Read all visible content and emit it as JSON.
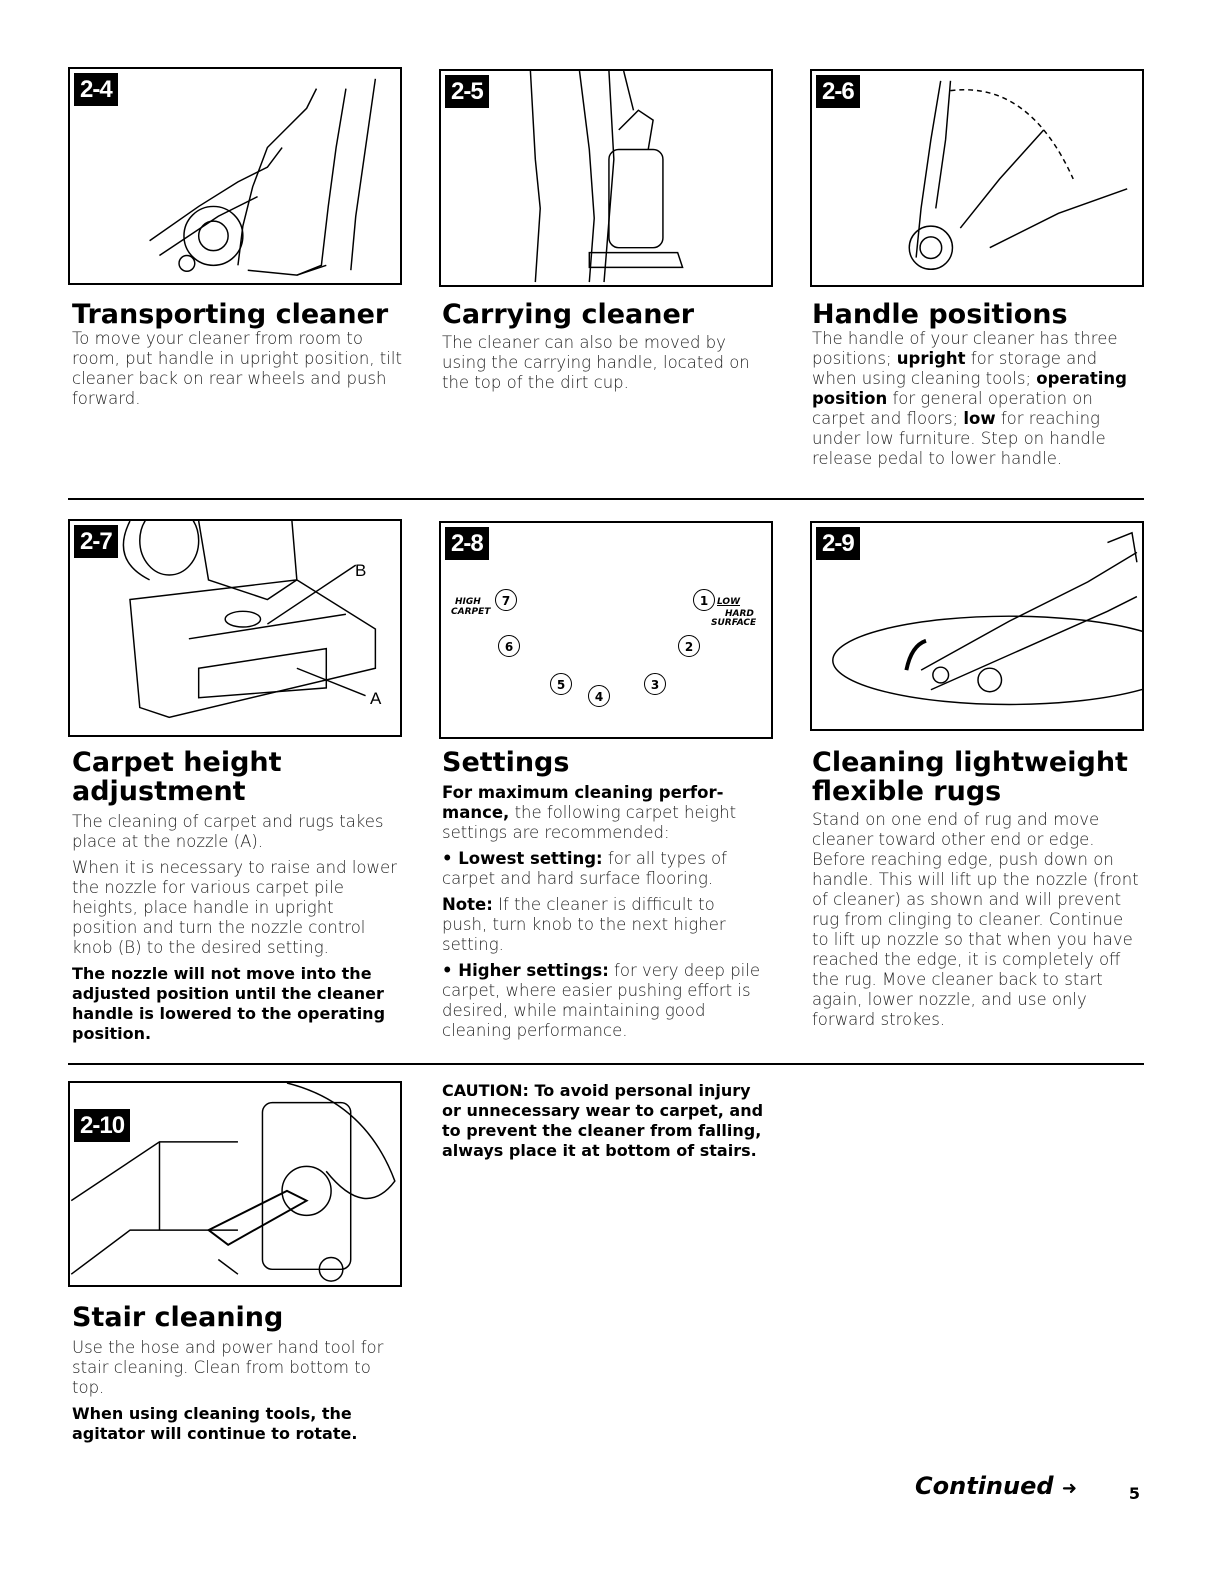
{
  "sections": {
    "transport": {
      "badge": "2-4",
      "title": "Transporting cleaner",
      "body": "To move your cleaner from room to room, put handle in upright position, tilt cleaner back on rear wheels and push forward."
    },
    "carry": {
      "badge": "2-5",
      "title": "Carrying cleaner",
      "body": "The cleaner can also be moved by using the carrying handle, located on the top of the dirt cup."
    },
    "handle": {
      "badge": "2-6",
      "title": "Handle positions",
      "t1": "The handle of your cleaner has three positions; ",
      "b1": "upright",
      "t2": " for storage and when using cleaning tools; ",
      "b2": "operating position",
      "t3": " for general operation on carpet and floors; ",
      "b3": "low",
      "t4": " for reaching under low furniture. Step on handle release pedal to lower handle."
    },
    "carpet": {
      "badge": "2-7",
      "title": "Carpet height adjustment",
      "p1": "The cleaning of carpet and rugs takes place at the nozzle (A).",
      "p2": "When it is necessary to raise and lower the nozzle for various carpet pile heights, place handle in upright position and turn the nozzle control knob (B) to the desired setting.",
      "p3": "The nozzle will not move into the adjusted position until the cleaner handle is lowered to the operating position.",
      "label_b": "B",
      "label_a": "A"
    },
    "settings": {
      "badge": "2-8",
      "title": "Settings",
      "p1_bold": "For maximum cleaning perfor­mance,",
      "p1": " the following carpet height settings are recommended:",
      "p2_bold": "Lowest setting:",
      "p2": " for all types of carpet and hard surface flooring.",
      "p3_bold": "Note:",
      "p3": " If the cleaner is difficult to push, turn knob to the next higher setting.",
      "p4_bold": "Higher settings:",
      "p4": " for very deep pile carpet, where easier pushing effort is desired, while maintaining good cleaning performance.",
      "dial": {
        "high_label": "HIGH",
        "carpet_label": "CARPET",
        "low_label": "LOW",
        "hard_label": "HARD",
        "surface_label": "SURFACE",
        "n1": "1",
        "n2": "2",
        "n3": "3",
        "n4": "4",
        "n5": "5",
        "n6": "6",
        "n7": "7"
      }
    },
    "rugs": {
      "badge": "2-9",
      "title": "Cleaning lightweight flexible rugs",
      "body": "Stand on one end of rug and move cleaner toward other end or edge. Before reaching edge, push down on handle. This will lift up the nozzle (front of cleaner) as shown and will prevent rug from clinging to cleaner. Continue to lift up nozzle so that when you have reached the edge, it is completely off the rug. Move cleaner back to start again, lower nozzle, and use only forward strokes."
    },
    "stair": {
      "badge": "2-10",
      "title": "Stair cleaning",
      "p1": "Use the hose and power hand tool for stair cleaning. Clean from bottom to top.",
      "p2": "When using cleaning tools, the agitator will continue to rotate."
    },
    "caution": {
      "text": "CAUTION: To avoid personal injury or unnecessary wear to carpet, and to prevent the cleaner from falling, always place it at bottom of stairs."
    }
  },
  "footer": {
    "continued": "Continued",
    "arrow": "➜",
    "page": "5"
  }
}
